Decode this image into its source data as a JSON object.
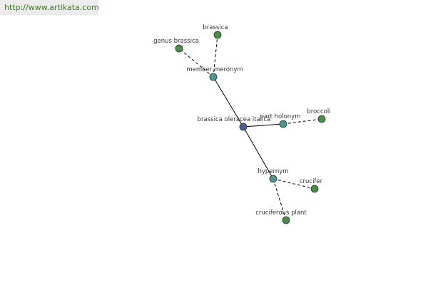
{
  "watermark": {
    "url": "http://www.artikata.com"
  },
  "colors": {
    "center_node": "#4a5aa0",
    "relation_node": "#4f9494",
    "leaf_node": "#4a8c4a",
    "edge": "#000000",
    "node_outline": "#1f3d1f",
    "url_text": "#3b7a1e",
    "banner_bg": "#ececec"
  },
  "graph": {
    "nodes": [
      {
        "id": "center",
        "label": "brassica oleracea italica",
        "kind": "center"
      },
      {
        "id": "member-meronym",
        "label": "member meronym",
        "kind": "relation"
      },
      {
        "id": "part-holonym",
        "label": "part holonym",
        "kind": "relation"
      },
      {
        "id": "hypernym",
        "label": "hypernym",
        "kind": "relation"
      },
      {
        "id": "brassica",
        "label": "brassica",
        "kind": "leaf"
      },
      {
        "id": "genus-brassica",
        "label": "genus brassica",
        "kind": "leaf"
      },
      {
        "id": "broccoli",
        "label": "broccoli",
        "kind": "leaf"
      },
      {
        "id": "crucifer",
        "label": "crucifer",
        "kind": "leaf"
      },
      {
        "id": "cruciferous-plant",
        "label": "cruciferous plant",
        "kind": "leaf"
      }
    ],
    "edges": [
      {
        "from": "center",
        "to": "member-meronym",
        "style": "solid"
      },
      {
        "from": "center",
        "to": "part-holonym",
        "style": "solid"
      },
      {
        "from": "center",
        "to": "hypernym",
        "style": "solid"
      },
      {
        "from": "member-meronym",
        "to": "brassica",
        "style": "dashed"
      },
      {
        "from": "member-meronym",
        "to": "genus-brassica",
        "style": "dashed"
      },
      {
        "from": "part-holonym",
        "to": "broccoli",
        "style": "dashed"
      },
      {
        "from": "hypernym",
        "to": "crucifer",
        "style": "dashed"
      },
      {
        "from": "hypernym",
        "to": "cruciferous-plant",
        "style": "dashed"
      }
    ]
  }
}
